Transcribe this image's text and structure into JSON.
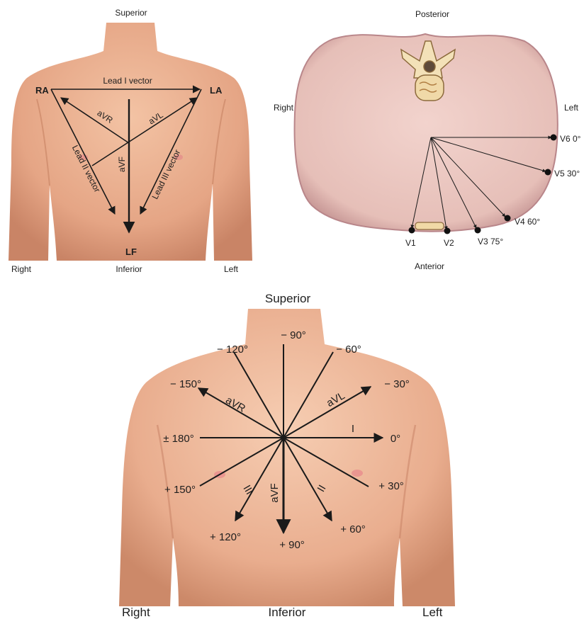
{
  "top_left": {
    "superior": "Superior",
    "inferior": "Inferior",
    "right": "Right",
    "left": "Left",
    "ra": "RA",
    "la": "LA",
    "lf": "LF",
    "lead_i_vector": "Lead I vector",
    "lead_ii_vector": "Lead II vector",
    "lead_iii_vector": "Lead III vector",
    "avr": "aVR",
    "avl": "aVL",
    "avf": "aVF"
  },
  "top_right": {
    "posterior": "Posterior",
    "anterior": "Anterior",
    "right": "Right",
    "left": "Left",
    "v1": "V1",
    "v2": "V2",
    "v3": "V3 75°",
    "v4": "V4 60°",
    "v5": "V5 30°",
    "v6": "V6 0°"
  },
  "bottom": {
    "superior": "Superior",
    "inferior": "Inferior",
    "right": "Right",
    "left": "Left",
    "minus_90": "− 90°",
    "minus_120": "− 120°",
    "minus_60": "− 60°",
    "minus_150": "− 150°",
    "minus_30": "− 30°",
    "pm_180": "± 180°",
    "zero": "0°",
    "plus_150": "+ 150°",
    "plus_30": "+ 30°",
    "plus_120": "+ 120°",
    "plus_90": "+ 90°",
    "plus_60": "+ 60°",
    "avr": "aVR",
    "avl": "aVL",
    "lead_i": "I",
    "lead_ii": "II",
    "lead_iii": "III",
    "avf": "aVF"
  },
  "colors": {
    "skin": "#e8a988",
    "skin_shadow": "#c97f5f",
    "cross_section": "#e9c3bc",
    "cross_section_edge": "#b9868a",
    "ink": "#1a1a1a"
  }
}
